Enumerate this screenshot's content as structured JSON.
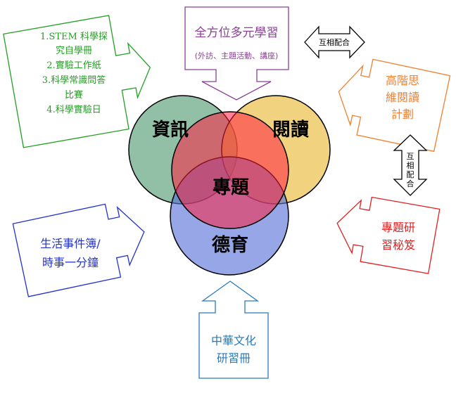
{
  "colors": {
    "green": "#22a022",
    "purple": "#8b3f96",
    "orange": "#f08030",
    "blue": "#2233cc",
    "red": "#e02020",
    "teal": "#2a7bb8",
    "circle_info": "#4e9a70",
    "circle_reading": "#e8b830",
    "circle_moral": "#5570d6",
    "circle_project": "#ff2040"
  },
  "circles": {
    "info": "資訊",
    "reading": "閱讀",
    "project": "專題",
    "moral": "德育"
  },
  "top_box": {
    "title": "全方位多元學習",
    "subtitle": "(外訪、主題活動、講座)"
  },
  "stem_box": {
    "items": [
      "1.STEM 科學探",
      "究自學冊",
      "2.實驗工作紙",
      "3.科學常識問答",
      "比賽",
      "4.科學實驗日"
    ]
  },
  "reading_box": {
    "lines": [
      "高階思",
      "維閱讀",
      "計劃"
    ]
  },
  "project_box": {
    "lines": [
      "專題研",
      "習秘笈"
    ]
  },
  "life_box": {
    "lines": [
      "生活事件簿/",
      "時事一分鐘"
    ]
  },
  "culture_box": {
    "lines": [
      "中華文化",
      "研習冊"
    ]
  },
  "mutual_top": "互相配合",
  "mutual_side": "互相配合"
}
